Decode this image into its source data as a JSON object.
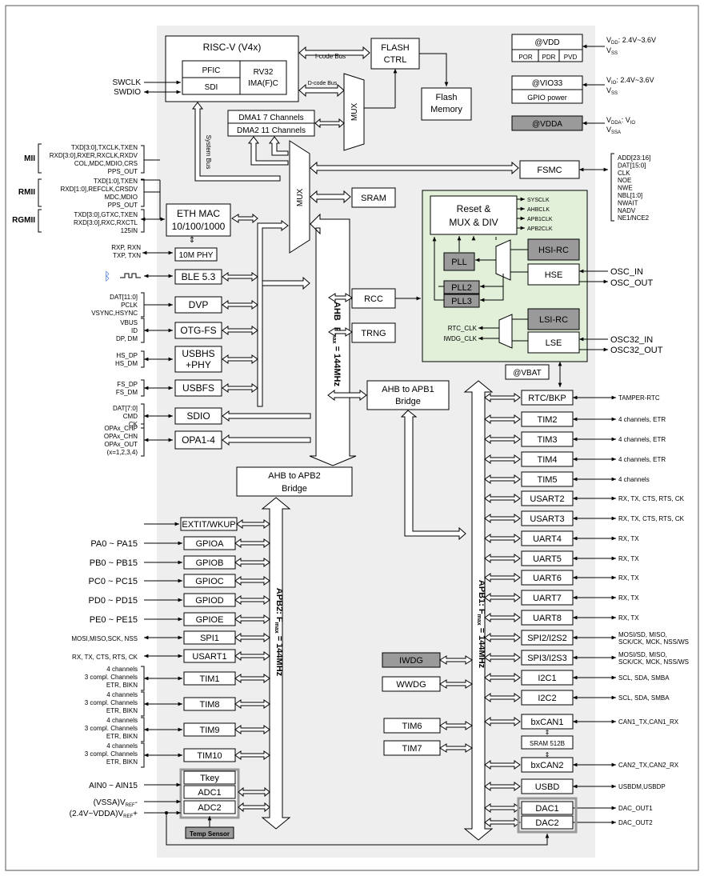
{
  "core": {
    "title": "RISC-V  (V4x)",
    "pfic": "PFIC",
    "sdi": "SDI",
    "rv32_line1": "RV32",
    "rv32_line2": "IMA(F)C"
  },
  "debug": {
    "swclk": "SWCLK",
    "swdio": "SWDIO"
  },
  "buses": {
    "icode": "I-code Bus",
    "dcode": "D-code Bus",
    "system": "System Bus",
    "mux": "MUX",
    "ahb_line1": "AHB",
    "ahb_line2": "F",
    "ahb_sub": "max",
    "ahb_line3": "= 144MHz",
    "apb1": "APB1:  F",
    "apb1_sub": "max",
    "apb1_rest": " = 144MHz",
    "apb2": "APB2:  F",
    "apb2_sub": "max",
    "apb2_rest": " = 144MHz"
  },
  "flash": {
    "ctrl_line1": "FLASH",
    "ctrl_line2": "CTRL",
    "mem_line1": "Flash",
    "mem_line2": "Memory"
  },
  "dma": {
    "dma1": "DMA1  7 Channels",
    "dma2": "DMA2  11 Channels"
  },
  "power": {
    "vdd": "@VDD",
    "por": "POR",
    "pdr": "PDR",
    "pvd": "PVD",
    "vdd_label": "V",
    "vdd_sub": "DD",
    "vdd_range": ": 2.4V~3.6V",
    "vss": "V",
    "vss_sub": "SS",
    "vio33": "@VIO33",
    "gpio_power": "GPIO power",
    "vio_label": "V",
    "vio_sub": "IO",
    "vio_range": ": 2.4V~3.6V",
    "vdda": "@VDDA",
    "vdda_label": "V",
    "vdda_sub": "DDA",
    "vdda_colon": ": V",
    "vdda_io": "IO",
    "vssa": "V",
    "vssa_sub": "SSA"
  },
  "fsmc": {
    "label": "FSMC",
    "signals": [
      "ADD[23:16]",
      "DAT[15:0]",
      "CLK",
      "NOE",
      "NWE",
      "NBL[1:0]",
      "NWAIT",
      "NADV",
      "NE1/NCE2"
    ]
  },
  "sram": "SRAM",
  "eth": {
    "line1": "ETH MAC",
    "line2": "10/100/1000",
    "phy": "10M PHY",
    "mii": "MII",
    "rmii": "RMII",
    "rgmii": "RGMII",
    "mii_sig": [
      "TXD[3:0],TXCLK,TXEN",
      "RXD[3:0],RXER,RXCLK,RXDV",
      "COL,MDC,MDIO,CRS",
      "PPS_OUT"
    ],
    "rmii_sig": [
      "TXD[1:0],TXEN",
      "RXD[1:0],REFCLK,CRSDV",
      "MDC,MDIO",
      "PPS_OUT"
    ],
    "rgmii_sig": [
      "TXD[3:0],GTXC,TXEN",
      "RXD[3:0],RXC,RXCTL",
      "125IN"
    ],
    "phy_sig": [
      "RXP, RXN",
      "TXP, TXN"
    ]
  },
  "ble": "BLE 5.3",
  "dvp": {
    "label": "DVP",
    "sig": [
      "DAT[11:0]",
      "PCLK",
      "VSYNC,HSYNC"
    ]
  },
  "otg": {
    "label": "OTG-FS",
    "sig": [
      "VBUS",
      "ID",
      "DP, DM"
    ]
  },
  "usbhs": {
    "line1": "USBHS",
    "line2": "+PHY",
    "sig": [
      "HS_DP",
      "HS_DM"
    ]
  },
  "usbfs": {
    "label": "USBFS",
    "sig": [
      "FS_DP",
      "FS_DM"
    ]
  },
  "sdio": {
    "label": "SDIO",
    "sig": [
      "DAT[7:0]",
      "CMD",
      "CK"
    ]
  },
  "opa": {
    "label": "OPA1-4",
    "sig": [
      "OPAx_CHP",
      "OPAx_CHN",
      "OPAx_OUT",
      "(x=1,2,3,4)"
    ]
  },
  "rcc": "RCC",
  "trng": "TRNG",
  "clock": {
    "reset_line1": "Reset &",
    "reset_line2": "MUX & DIV",
    "outs": [
      "SYSCLK",
      "AHBCLK",
      "APB1CLK",
      "APB2CLK"
    ],
    "hsirc": "HSI-RC",
    "hse": "HSE",
    "pll": "PLL",
    "pll2": "PLL2",
    "pll3": "PLL3",
    "lsirc": "LSI-RC",
    "lse": "LSE",
    "rtc_clk": "RTC_CLK",
    "iwdg_clk": "IWDG_CLK",
    "osc_in": "OSC_IN",
    "osc_out": "OSC_OUT",
    "osc32_in": "OSC32_IN",
    "osc32_out": "OSC32_OUT"
  },
  "vbat": "@VBAT",
  "bridges": {
    "apb1_line1": "AHB to APB1",
    "apb1_line2": "Bridge",
    "apb2_line1": "AHB to APB2",
    "apb2_line2": "Bridge"
  },
  "apb1_periph": [
    {
      "name": "RTC/BKP",
      "sig": "TAMPER-RTC"
    },
    {
      "name": "TIM2",
      "sig": "4 channels, ETR"
    },
    {
      "name": "TIM3",
      "sig": "4 channels, ETR"
    },
    {
      "name": "TIM4",
      "sig": "4 channels, ETR"
    },
    {
      "name": "TIM5",
      "sig": "4 channels"
    },
    {
      "name": "USART2",
      "sig": "RX, TX, CTS, RTS, CK"
    },
    {
      "name": "USART3",
      "sig": "RX, TX, CTS, RTS, CK"
    },
    {
      "name": "UART4",
      "sig": "RX, TX"
    },
    {
      "name": "UART5",
      "sig": "RX, TX"
    },
    {
      "name": "UART6",
      "sig": "RX, TX"
    },
    {
      "name": "UART7",
      "sig": "RX, TX"
    },
    {
      "name": "UART8",
      "sig": "RX, TX"
    },
    {
      "name": "SPI2/I2S2",
      "sig": "MOSI/SD, MISO,",
      "sig2": "SCK/CK, MCK, NSS/WS"
    },
    {
      "name": "SPI3/I2S3",
      "sig": "MOSI/SD, MISO,",
      "sig2": "SCK/CK, MCK, NSS/WS"
    },
    {
      "name": "I2C1",
      "sig": "SCL, SDA, SMBA"
    },
    {
      "name": "I2C2",
      "sig": "SCL, SDA, SMBA"
    },
    {
      "name": "bxCAN1",
      "sig": "CAN1_TX,CAN1_RX"
    },
    {
      "name": "bxCAN2",
      "sig": "CAN2_TX,CAN2_RX"
    },
    {
      "name": "USBD",
      "sig": "USBDM,USBDP"
    },
    {
      "name": "DAC1",
      "sig": "DAC_OUT1"
    },
    {
      "name": "DAC2",
      "sig": "DAC_OUT2"
    }
  ],
  "sram512": "SRAM 512B",
  "apb1_left": {
    "iwdg": "IWDG",
    "wwdg": "WWDG",
    "tim6": "TIM6",
    "tim7": "TIM7"
  },
  "apb2_periph": [
    {
      "name": "EXTIT/WKUP",
      "sig": []
    },
    {
      "name": "GPIOA",
      "sig": [
        "PA0 ~ PA15"
      ]
    },
    {
      "name": "GPIOB",
      "sig": [
        "PB0 ~ PB15"
      ]
    },
    {
      "name": "GPIOC",
      "sig": [
        "PC0 ~ PC15"
      ]
    },
    {
      "name": "GPIOD",
      "sig": [
        "PD0 ~ PD15"
      ]
    },
    {
      "name": "GPIOE",
      "sig": [
        "PE0 ~ PE15"
      ]
    },
    {
      "name": "SPI1",
      "sig": [
        "MOSI,MISO,SCK, NSS"
      ]
    },
    {
      "name": "USART1",
      "sig": [
        "RX, TX, CTS, RTS, CK"
      ]
    },
    {
      "name": "TIM1",
      "sig": [
        "4 channels",
        "3 compl. Channels",
        "ETR, BIKN"
      ]
    },
    {
      "name": "TIM8",
      "sig": [
        "4 channels",
        "3 compl. Channels",
        "ETR, BIKN"
      ]
    },
    {
      "name": "TIM9",
      "sig": [
        "4 channels",
        "3 compl. Channels",
        "ETR, BIKN"
      ]
    },
    {
      "name": "TIM10",
      "sig": [
        "4 channels",
        "3 compl. Channels",
        "ETR, BIKN"
      ]
    }
  ],
  "adc": {
    "tkey": "Tkey",
    "adc1": "ADC1",
    "adc2": "ADC2",
    "temp": "Temp Sensor",
    "ain": "AIN0 ~ AIN15",
    "vref_neg_pre": "(VSSA)V",
    "vref_neg_sub": "REF",
    "vref_neg_post": "-",
    "vref_pos_pre": "(2.4V~VDDA)V",
    "vref_pos_sub": "REF",
    "vref_pos_post": "+"
  }
}
